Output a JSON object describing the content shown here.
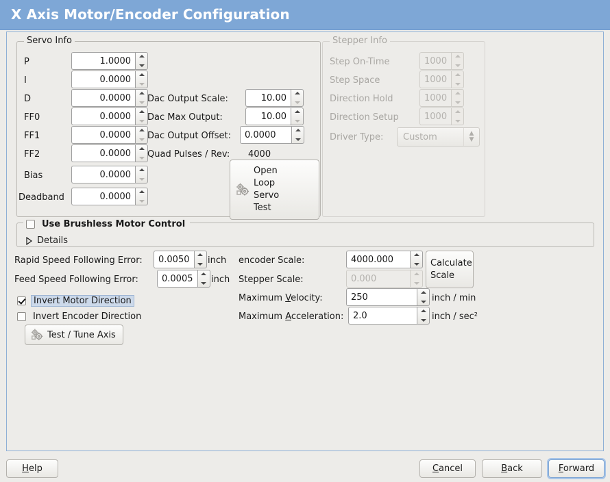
{
  "window": {
    "title": "X Axis Motor/Encoder Configuration",
    "title_bar_color": "#7ea7d6",
    "background_color": "#edece9"
  },
  "servo_info": {
    "legend": "Servo Info",
    "rows": [
      {
        "label": "P",
        "value": "1.0000"
      },
      {
        "label": "I",
        "value": "0.0000"
      },
      {
        "label": "D",
        "value": "0.0000"
      },
      {
        "label": "FF0",
        "value": "0.0000"
      },
      {
        "label": "FF1",
        "value": "0.0000"
      },
      {
        "label": "FF2",
        "value": "0.0000"
      },
      {
        "label": "Bias",
        "value": "0.0000"
      },
      {
        "label": "Deadband",
        "value": "0.0000"
      }
    ],
    "dac_output_scale": {
      "label": "Dac Output Scale:",
      "value": "10.00"
    },
    "dac_max_output": {
      "label": "Dac Max Output:",
      "value": "10.00"
    },
    "dac_output_offset": {
      "label": "Dac Output Offset:",
      "value": "0.0000"
    },
    "quad_pulses_rev": {
      "label": "Quad Pulses / Rev:",
      "value": "4000"
    },
    "open_loop_button": {
      "line1": "Open",
      "line2": "Loop",
      "line3": "Servo",
      "line4": "Test",
      "icon": "gears-icon"
    }
  },
  "stepper_info": {
    "legend": "Stepper Info",
    "disabled": true,
    "rows": [
      {
        "label": "Step On-Time",
        "value": "1000"
      },
      {
        "label": "Step Space",
        "value": "1000"
      },
      {
        "label": "Direction Hold",
        "value": "1000"
      },
      {
        "label": "Direction Setup",
        "value": "1000"
      }
    ],
    "driver_type": {
      "label": "Driver Type:",
      "value": "Custom"
    }
  },
  "brushless": {
    "checkbox_label": "Use Brushless Motor Control",
    "checked": false,
    "details_label": "Details",
    "details_expanded": false
  },
  "errors": {
    "rapid": {
      "label": "Rapid Speed Following Error:",
      "value": "0.0050",
      "unit": "inch"
    },
    "feed": {
      "label": "Feed Speed Following Error:",
      "value": "0.0005",
      "unit": "inch"
    }
  },
  "invert": {
    "motor": {
      "label": "Invert Motor Direction",
      "checked": true,
      "focused": true
    },
    "encoder": {
      "label": "Invert Encoder Direction",
      "checked": false,
      "focused": false
    }
  },
  "test_tune_button": {
    "label": "Test / Tune Axis",
    "icon": "gears-icon"
  },
  "scale": {
    "encoder": {
      "label": "encoder Scale:",
      "value": "4000.000",
      "disabled": false
    },
    "stepper": {
      "label": "Stepper Scale:",
      "value": "0.000",
      "disabled": true
    },
    "max_velocity": {
      "label_pre": "Maximum ",
      "label_mnemonic": "V",
      "label_post": "elocity:",
      "value": "250",
      "unit": "inch / min"
    },
    "max_accel": {
      "label_pre": "Maximum ",
      "label_mnemonic": "A",
      "label_post": "cceleration:",
      "value": "2.0",
      "unit": "inch / sec²"
    },
    "calculate_button": {
      "line1": "Calculate",
      "line2": "Scale"
    }
  },
  "footer": {
    "help": {
      "pre": "",
      "mnemonic": "H",
      "post": "elp"
    },
    "cancel": {
      "pre": "",
      "mnemonic": "C",
      "post": "ancel"
    },
    "back": {
      "pre": "",
      "mnemonic": "B",
      "post": "ack"
    },
    "forward": {
      "pre": "",
      "mnemonic": "F",
      "post": "orward",
      "focused": true
    }
  }
}
